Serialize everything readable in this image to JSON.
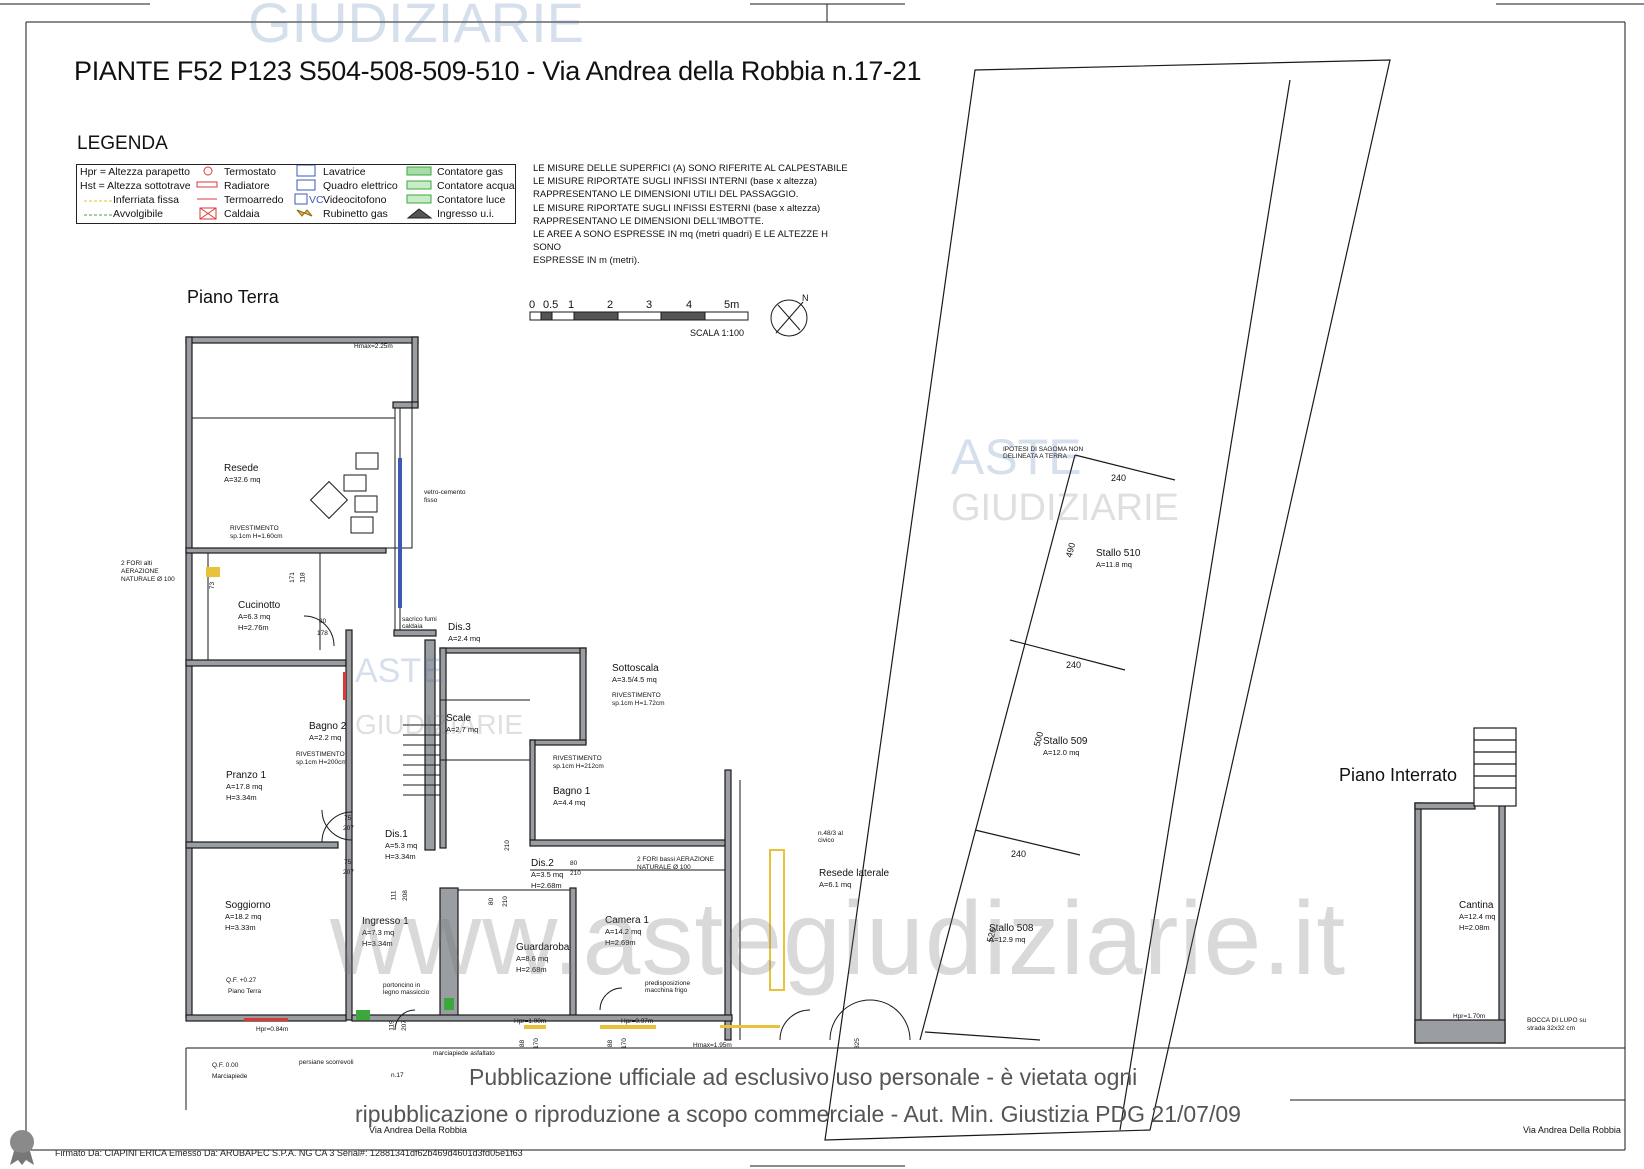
{
  "title": "PIANTE   F52 P123 S504-508-509-510 - Via Andrea della Robbia n.17-21",
  "watermark_top": "GIUDIZIARIE",
  "legend": {
    "heading": "LEGENDA",
    "col1": [
      "Hpr = Altezza parapetto",
      "Hst = Altezza sottotrave",
      "Inferriata fissa",
      "Avvolgibile"
    ],
    "col2": [
      "Termostato",
      "Radiatore",
      "Termoarredo",
      "Caldaia"
    ],
    "col3": [
      "Lavatrice",
      "Quadro elettrico",
      "Videocitofono",
      "Rubinetto gas"
    ],
    "col4": [
      "Contatore gas",
      "Contatore acqua",
      "Contatore luce",
      "Ingresso u.i."
    ],
    "vc": "VC"
  },
  "notes": "LE MISURE DELLE SUPERFICI (A) SONO RIFERITE AL CALPESTABILE\nLE MISURE RIPORTATE SUGLI INFISSI INTERNI (base x altezza)\nRAPPRESENTANO LE DIMENSIONI UTILI DEL PASSAGGIO.\nLE MISURE RIPORTATE SUGLI INFISSI ESTERNI (base x altezza)\nRAPPRESENTANO LE DIMENSIONI DELL'IMBOTTE.\nLE AREE A SONO ESPRESSE IN mq (metri quadri) E LE ALTEZZE H SONO\nESPRESSE IN m (metri).",
  "scale": {
    "ticks": [
      "0",
      "0.5",
      "1",
      "2",
      "3",
      "4",
      "5m"
    ],
    "label": "SCALA 1:100",
    "north": "N"
  },
  "sections": {
    "ground": "Piano Terra",
    "basement": "Piano Interrato"
  },
  "rooms": {
    "resede": {
      "name": "Resede",
      "area": "A=32.6 mq"
    },
    "cucinotto": {
      "name": "Cucinotto",
      "area": "A=6.3 mq",
      "h": "H=2.76m"
    },
    "dis3": {
      "name": "Dis.3",
      "area": "A=2.4 mq"
    },
    "sottoscala": {
      "name": "Sottoscala",
      "area": "A=3.5/4.5 mq"
    },
    "bagno2": {
      "name": "Bagno 2",
      "area": "A=2.2 mq"
    },
    "scale": {
      "name": "Scale",
      "area": "A=2.7 mq"
    },
    "pranzo1": {
      "name": "Pranzo 1",
      "area": "A=17.8 mq",
      "h": "H=3.34m"
    },
    "bagno1": {
      "name": "Bagno 1",
      "area": "A=4.4 mq"
    },
    "dis1": {
      "name": "Dis.1",
      "area": "A=5.3 mq",
      "h": "H=3.34m"
    },
    "dis2": {
      "name": "Dis.2",
      "area": "A=3.5 mq",
      "h": "H=2.68m"
    },
    "soggiorno": {
      "name": "Soggiorno",
      "area": "A=18.2 mq",
      "h": "H=3.33m"
    },
    "ingresso1": {
      "name": "Ingresso 1",
      "area": "A=7.3 mq",
      "h": "H=3.34m"
    },
    "guardaroba": {
      "name": "Guardaroba",
      "area": "A=8.6 mq",
      "h": "H=2.68m"
    },
    "camera1": {
      "name": "Camera 1",
      "area": "A=14.2 mq",
      "h": "H=2.69m"
    },
    "resede_laterale": {
      "name": "Resede laterale",
      "area": "A=6.1 mq"
    },
    "stallo510": {
      "name": "Stallo 510",
      "area": "A=11.8 mq"
    },
    "stallo509": {
      "name": "Stallo 509",
      "area": "A=12.0 mq"
    },
    "stallo508": {
      "name": "Stallo 508",
      "area": "A=12.9 mq"
    },
    "cantina": {
      "name": "Cantina",
      "area": "A=12.4 mq",
      "h": "H=2.08m"
    }
  },
  "annotations": {
    "fori_aerazione_1": "2 FORI alti AERAZIONE NATURALE Ø 100",
    "fori_aerazione_2": "2 FORI bassi AERAZIONE NATURALE Ø 100",
    "vetro_cemento": "vetro-cemento fisso",
    "rivestimento_1": "RIVESTIMENTO sp.1cm H=1.60cm",
    "rivestimento_2": "RIVESTIMENTO sp.1cm H=200cm",
    "rivestimento_3": "RIVESTIMENTO sp.1cm H=1.72cm",
    "rivestimento_4": "RIVESTIMENTO sp.1cm H=212cm",
    "qf_027": "Q.F. +0.27",
    "qf_piano": "Piano Terra",
    "qf_000": "Q.F. 0.00",
    "marciapiede": "Marciapiede",
    "marciapiede_asfaltato": "marciapiede asfaltato",
    "n17": "n.17",
    "via_bottom": "Via Andrea Della Robbia",
    "via_right": "Via Andrea Della Robbia",
    "ipotesi": "IPOTESI DI SAGOMA NON DELINEATA A TERRA",
    "bocca_lupo": "BOCCA DI LUPO su strada 32x32 cm",
    "hpr_170": "Hpr=1.70m",
    "persiane": "persiane scorrevoli",
    "hpr_084": "Hpr=0.84m",
    "hpr_100": "Hpr=1.00m",
    "hpr_097": "Hpr=0.97m",
    "hmax_195": "Hmax=1.95m",
    "hmax_225": "Hmax=2.25m",
    "n48": "n.48/3 al civico",
    "portoncino": "portoncino in legno massiccio",
    "predisposizione": "predisposizione macchina frigo",
    "sacrico": "sacrico fumi caldaia"
  },
  "dims": {
    "s510_w": "240",
    "s510_l": "490",
    "s509_w": "240",
    "s509_l": "500",
    "s508_w": "240",
    "s508_l": "526",
    "d80": "80",
    "d178": "178",
    "d75a": "75",
    "d207a": "207",
    "d75b": "75",
    "d207b": "207",
    "d210a": "210",
    "d80b": "80",
    "d210b": "210",
    "d80c": "80",
    "d210c": "210",
    "d111": "111",
    "d208": "208",
    "d119": "119",
    "d207c": "207",
    "d88a": "88",
    "d170a": "170",
    "d88b": "88",
    "d170b": "170",
    "d325": "325",
    "d73": "73",
    "d171": "171",
    "d118": "118"
  },
  "watermarks": {
    "aste1": "ASTE",
    "giud1": "GIUDIZIARIE",
    "aste2": "ASTE",
    "giud2": "GIUDIZIARIE",
    "site": "www.astegiudiziarie.it"
  },
  "publication": {
    "line1": "Pubblicazione ufficiale ad esclusivo uso personale - è vietata ogni",
    "line2": "ripubblicazione o riproduzione a scopo commerciale - Aut. Min. Giustizia PDG 21/07/09"
  },
  "signature": "Firmato Da: CIAPINI ERICA Emesso Da: ARUBAPEC S.P.A. NG CA 3 Serial#: 12881341df62b469d4601d3fd05e1f63",
  "colors": {
    "line": "#1a1a1a",
    "wall": "#9a9ea3",
    "red": "#d83a3a",
    "green": "#3aa83a",
    "yellow": "#e8c23a",
    "blue": "#3a5ab8"
  }
}
